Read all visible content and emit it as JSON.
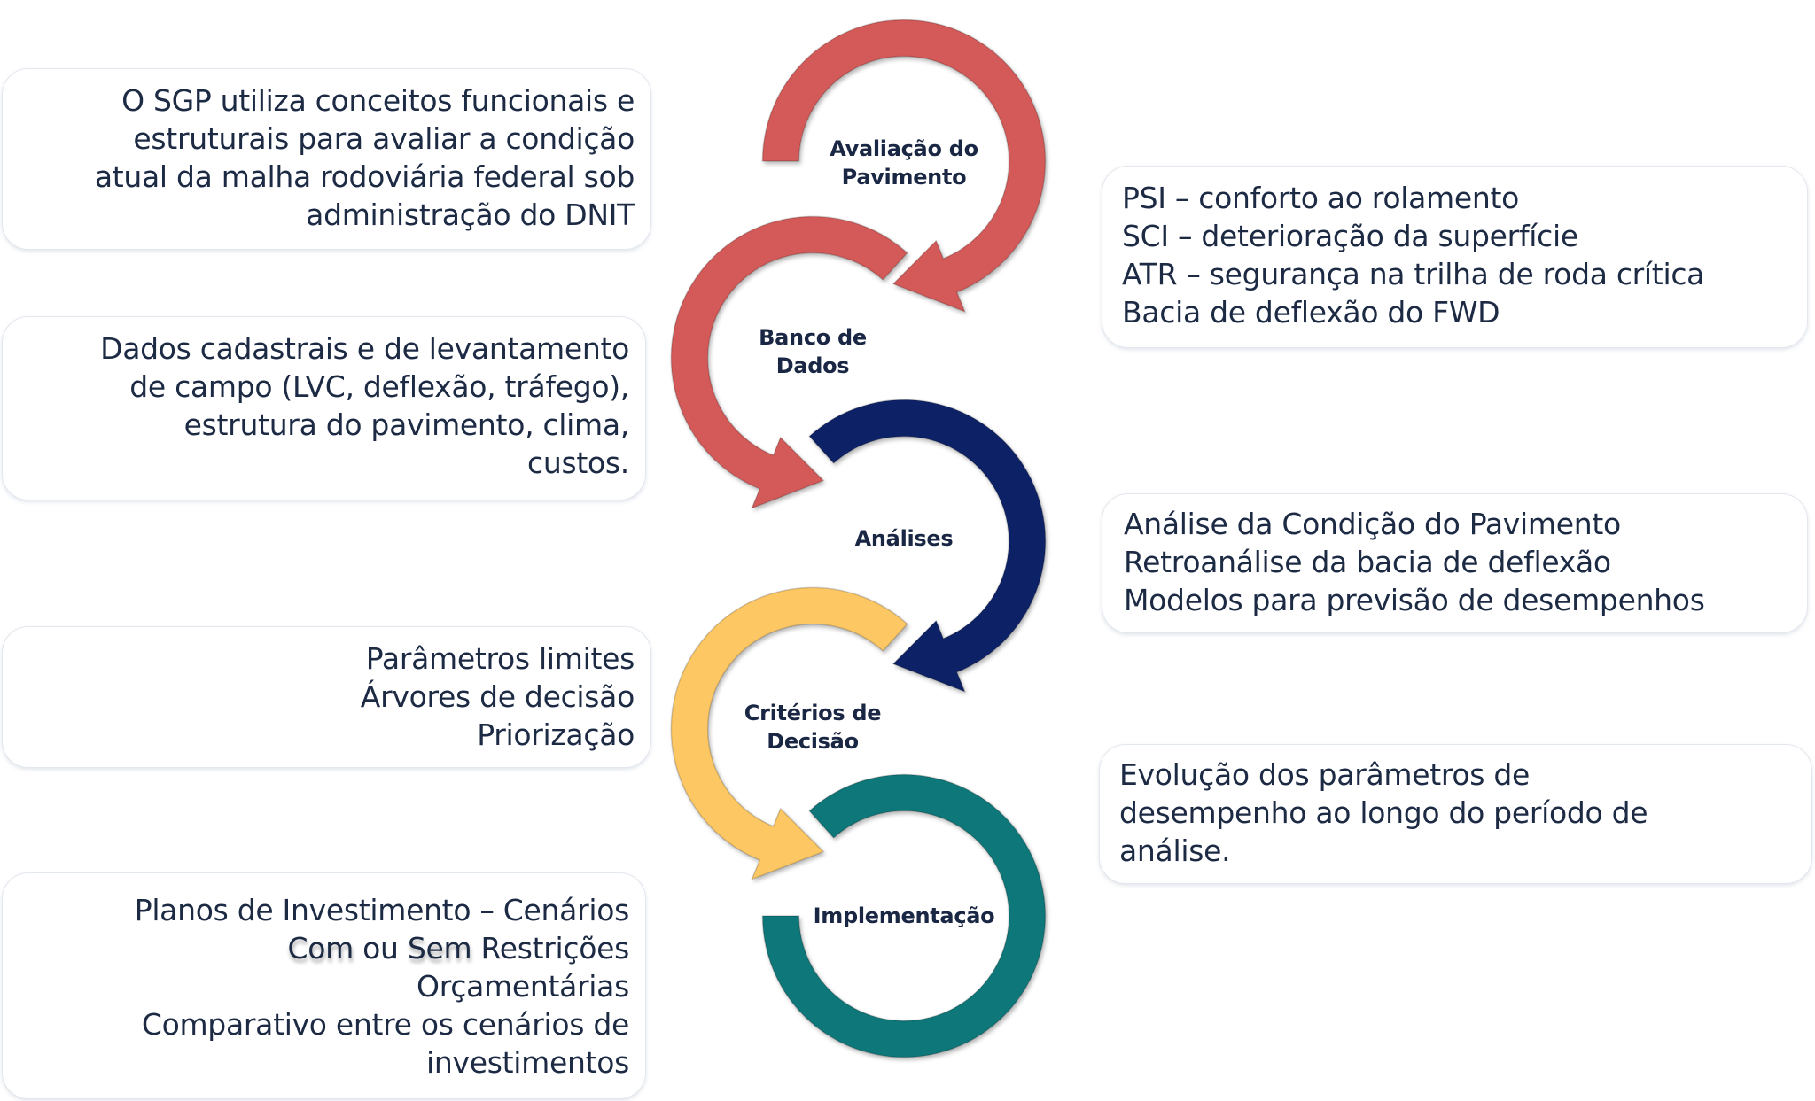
{
  "steps": [
    {
      "label_lines": [
        "Avaliação do",
        "Pavimento"
      ],
      "color": "#d35a58",
      "side_note": "right"
    },
    {
      "label_lines": [
        "Banco de",
        "Dados"
      ],
      "color": "#d35a58",
      "side_note": "left"
    },
    {
      "label_lines": [
        "Análises"
      ],
      "color": "#0f2466",
      "side_note": "right"
    },
    {
      "label_lines": [
        "Critérios de",
        "Decisão"
      ],
      "color": "#fdc764",
      "side_note": "left"
    },
    {
      "label_lines": [
        "Implementação"
      ],
      "color": "#10777a",
      "side_note": "right"
    }
  ],
  "left_boxes": [
    {
      "lines": [
        "O SGP utiliza conceitos funcionais e",
        "estruturais para avaliar a condição",
        "atual da malha rodoviária federal sob",
        "administração do DNIT"
      ]
    },
    {
      "lines": [
        "Dados cadastrais e de levantamento",
        "de campo (LVC, deflexão, tráfego),",
        "estrutura do pavimento, clima,",
        "custos."
      ]
    },
    {
      "lines": [
        "Parâmetros limites",
        "Árvores de decisão",
        "Priorização"
      ]
    },
    {
      "line1": "Planos de Investimento – Cenários",
      "line2": {
        "com": "Com",
        "ou": " ou ",
        "sem": "Sem",
        "rest": " Restrições"
      },
      "line3": "Orçamentárias",
      "line4": "Comparativo entre os cenários de",
      "line5": "investimentos"
    }
  ],
  "right_boxes": [
    {
      "lines": [
        "PSI – conforto ao rolamento",
        "SCI – deterioração da superfície",
        "ATR – segurança na trilha de roda crítica",
        "Bacia de deflexão do FWD"
      ]
    },
    {
      "lines": [
        "Análise da Condição do Pavimento",
        "Retroanálise da bacia de deflexão",
        "Modelos para previsão de desempenhos"
      ]
    },
    {
      "lines": [
        "Evolução dos parâmetros de",
        "desempenho ao longo do período de",
        "análise."
      ]
    }
  ]
}
